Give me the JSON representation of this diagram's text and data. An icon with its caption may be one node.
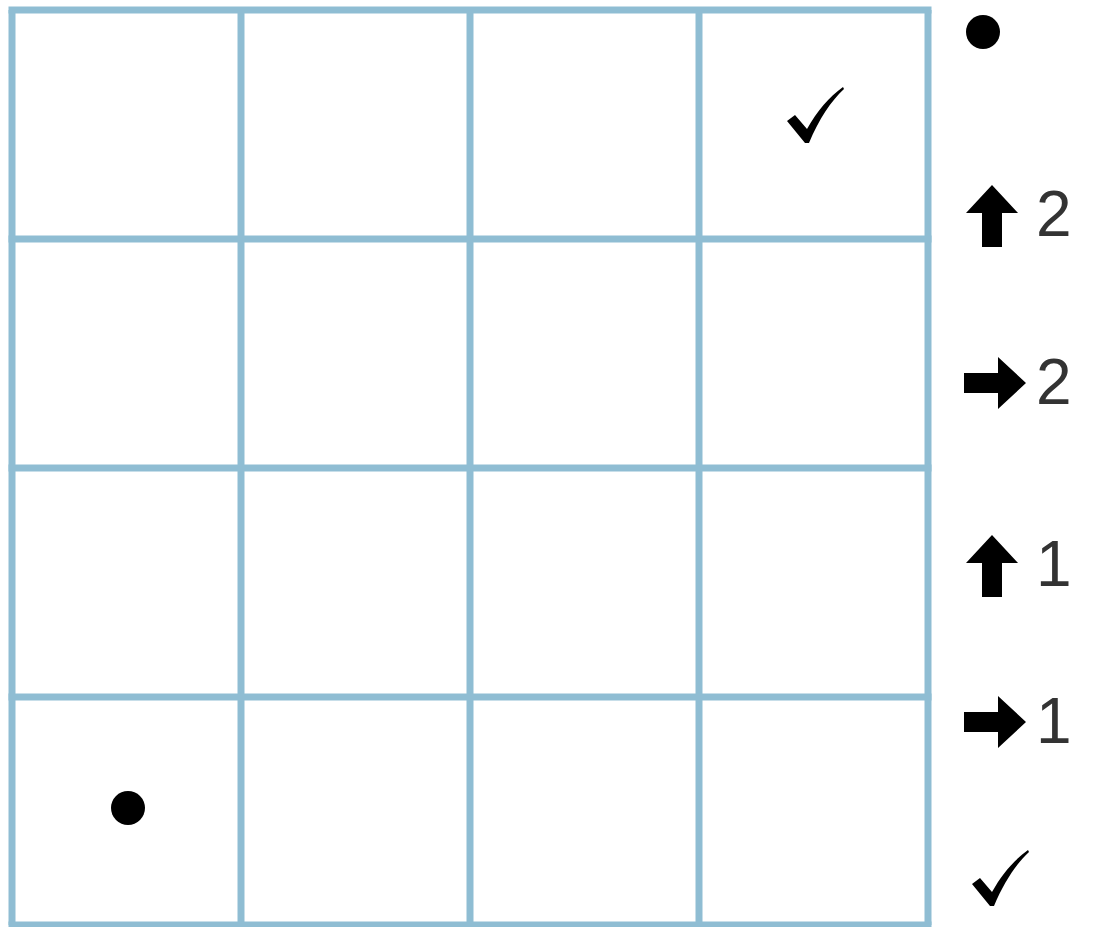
{
  "diagram": {
    "labels": [
      "2",
      "2",
      "1",
      "1"
    ]
  }
}
